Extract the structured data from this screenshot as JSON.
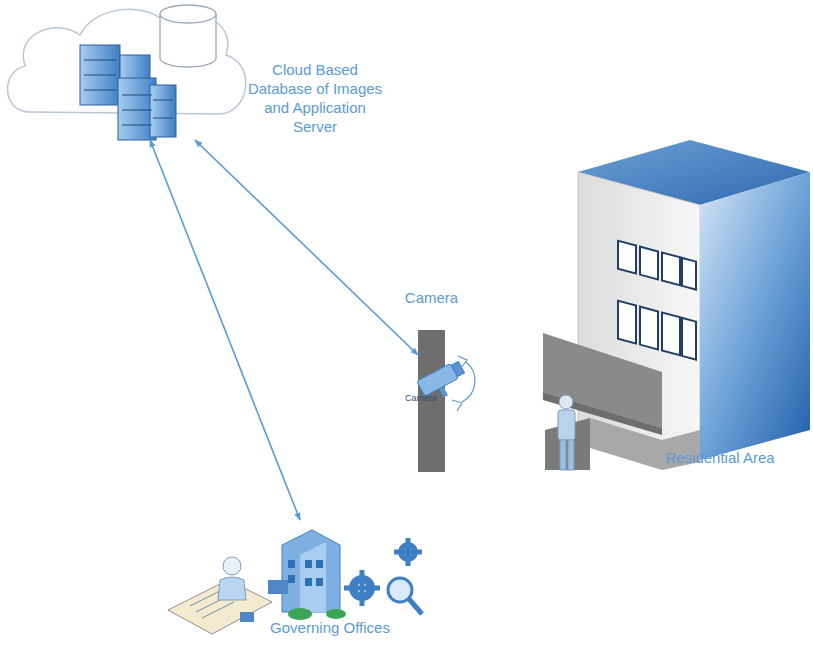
{
  "diagram": {
    "nodes": [
      {
        "text": [
          "Cloud Based Database of Images and Application Server"
        ]
      },
      {
        "text": [
          "Camera"
        ]
      },
      {
        "text": [
          "Residential Area"
        ]
      },
      {
        "text": [
          "Governing Offices"
        ]
      }
    ],
    "edges": [
      {
        "from": 0,
        "to": 1,
        "arrow": "both"
      },
      {
        "from": 0,
        "to": 3,
        "arrow": "both"
      }
    ],
    "labels": [
      "Camera"
    ]
  }
}
